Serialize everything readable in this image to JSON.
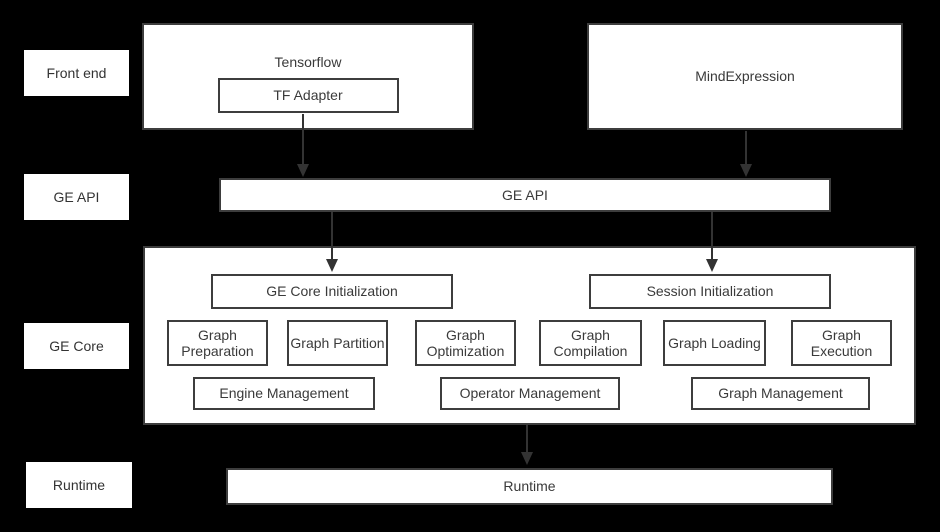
{
  "colors": {
    "background": "#000000",
    "box_fill": "#ffffff",
    "box_border": "#3d3d3d",
    "text": "#3a3a3a",
    "arrow": "#333333"
  },
  "row_labels": {
    "front_end": "Front end",
    "ge_api": "GE API",
    "ge_core": "GE Core",
    "runtime": "Runtime"
  },
  "front_end_layer": {
    "tensorflow_title": "Tensorflow",
    "tf_adapter": "TF Adapter",
    "mind_expression": "MindExpression"
  },
  "ge_api_layer": {
    "label": "GE API"
  },
  "ge_core_layer": {
    "ge_core_initialization": "GE Core Initialization",
    "session_initialization": "Session Initialization",
    "function_boxes": [
      "Graph Preparation",
      "Graph Partition",
      "Graph Optimization",
      "Graph Compilation",
      "Graph Loading",
      "Graph Execution"
    ],
    "management_boxes": [
      "Engine Management",
      "Operator Management",
      "Graph Management"
    ]
  },
  "runtime_layer": {
    "label": "Runtime"
  }
}
